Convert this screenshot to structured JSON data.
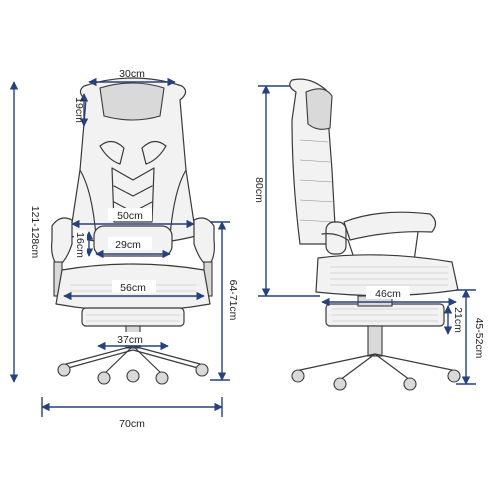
{
  "front_view": {
    "dims": {
      "headrest_width": "30cm",
      "headrest_height": "19cm",
      "total_height": "121-128cm",
      "shoulder_width": "50cm",
      "lumbar_height": "16cm",
      "lumbar_width": "29cm",
      "seat_width": "56cm",
      "armrest_height": "64-71cm",
      "footrest_width": "37cm",
      "base_width": "70cm"
    }
  },
  "side_view": {
    "dims": {
      "backrest_height": "80cm",
      "seat_depth": "46cm",
      "gaslift_range": "21cm",
      "seat_height": "45-52cm"
    }
  },
  "colors": {
    "dimension": "#27417a",
    "outline": "#3a3a3a"
  }
}
